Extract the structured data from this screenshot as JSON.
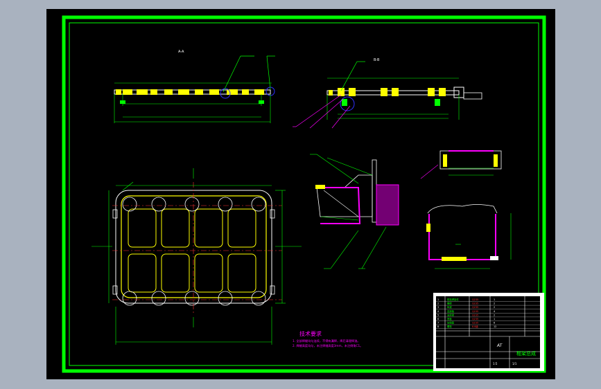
{
  "drawing": {
    "frame_color": "#00ff00",
    "line_color": "#00ff00",
    "highlight_color": "#ffff00",
    "accent_color": "#ff00ff",
    "background": "#000000",
    "section_label_top": "A-A",
    "section_label_right": "B-B",
    "notes_title": "技术要求",
    "notes": [
      "1. 全部焊缝均匀连续，不得有漏焊，焊后清理焊渣。",
      "2. 焊缝高度均匀，未注焊缝高度3mm，未注倒角C1。"
    ]
  },
  "title_block": {
    "drawing_name": "框架总成",
    "scale": "1:5",
    "sheet": "1/1",
    "logo": "AT",
    "rows": [
      [
        "1",
        "框架焊接件",
        "Q235",
        "1"
      ],
      [
        "2",
        "横梁",
        "Q235",
        "2"
      ],
      [
        "3",
        "纵梁",
        "Q235",
        "2"
      ],
      [
        "4",
        "连接板",
        "Q235",
        "4"
      ],
      [
        "5",
        "支撑架",
        "Q235",
        "2"
      ],
      [
        "6",
        "底板",
        "Q235",
        "1"
      ],
      [
        "7",
        "加强筋",
        "Q235",
        "6"
      ],
      [
        "8",
        "螺栓",
        "8.8级",
        "12"
      ]
    ]
  }
}
